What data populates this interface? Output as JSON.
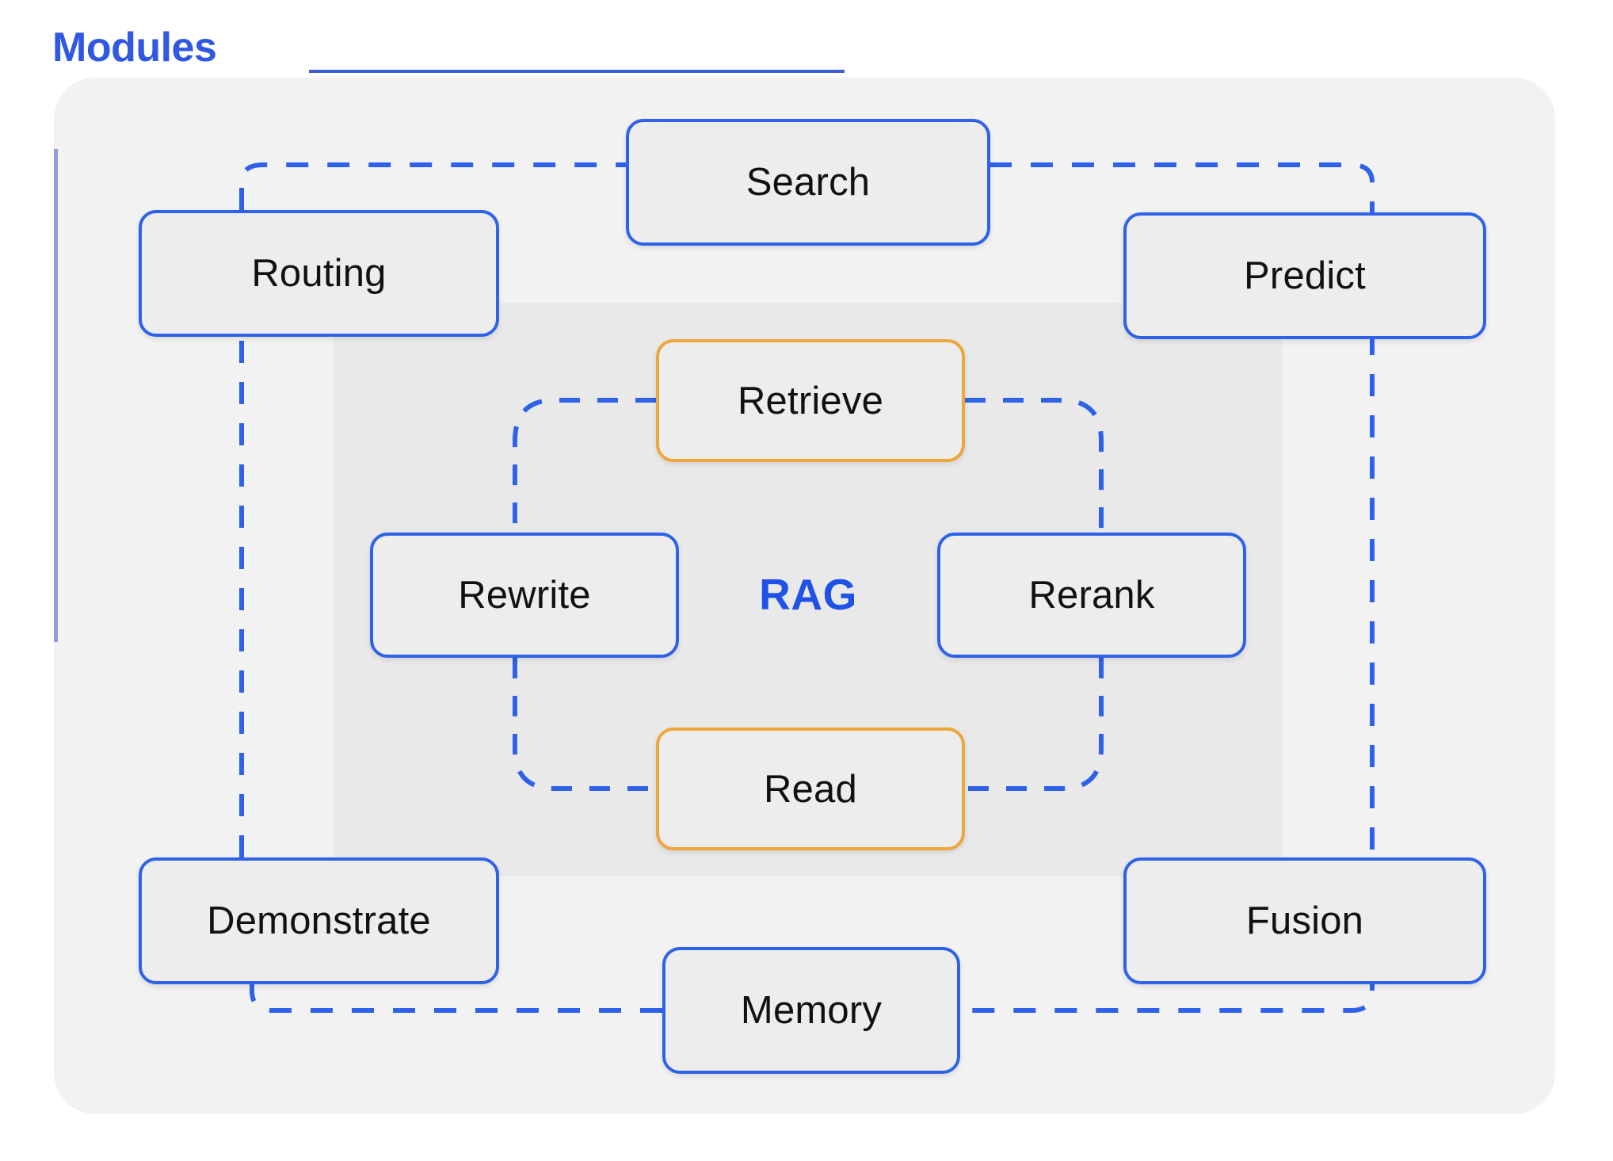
{
  "header": {
    "title": "Modules",
    "title_color": "#3058e0",
    "rule_color": "#3a5fd9",
    "side_rule_color": "#8e9ddc"
  },
  "diagram": {
    "center_label": "RAG",
    "center_label_color": "#2052e8",
    "outer_card_color": "#f2f2f2",
    "inner_panel_color": "#e9e9e9",
    "node_fill": "#ededed",
    "primary_border": "#2f62e8",
    "accent_border": "#eda63c",
    "edge_color": "#2f62e8",
    "outer_nodes": [
      {
        "id": "routing",
        "label": "Routing",
        "accent": false
      },
      {
        "id": "search",
        "label": "Search",
        "accent": false
      },
      {
        "id": "predict",
        "label": "Predict",
        "accent": false
      },
      {
        "id": "demonstrate",
        "label": "Demonstrate",
        "accent": false
      },
      {
        "id": "memory",
        "label": "Memory",
        "accent": false
      },
      {
        "id": "fusion",
        "label": "Fusion",
        "accent": false
      }
    ],
    "inner_nodes": [
      {
        "id": "retrieve",
        "label": "Retrieve",
        "accent": true
      },
      {
        "id": "rewrite",
        "label": "Rewrite",
        "accent": false
      },
      {
        "id": "rerank",
        "label": "Rerank",
        "accent": false
      },
      {
        "id": "read",
        "label": "Read",
        "accent": true
      }
    ]
  }
}
